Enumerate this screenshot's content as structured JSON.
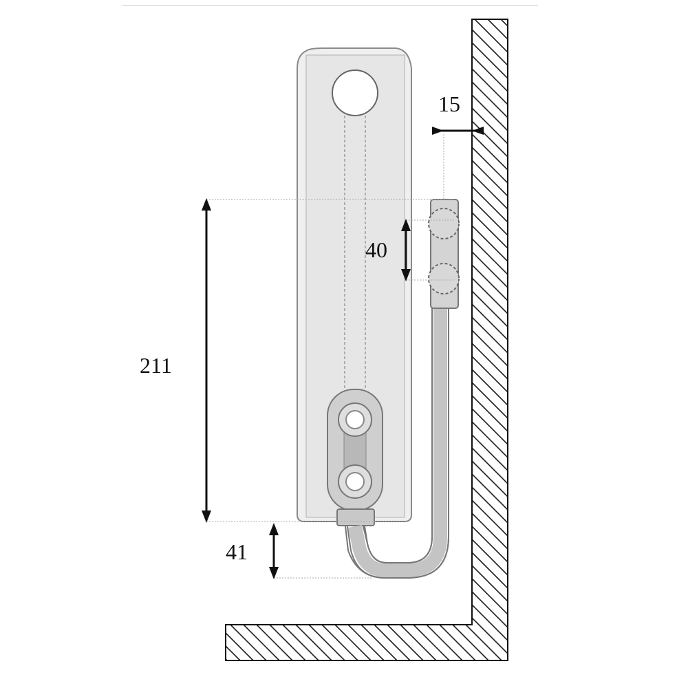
{
  "dimensions": {
    "wall_gap": "15",
    "connection_spacing": "40",
    "connection_height": "211",
    "floor_clearance": "41"
  },
  "colors": {
    "line": "#111111",
    "radiator_fill": "#ebebeb",
    "radiator_edge": "#8a8a8a",
    "pipe_fill": "#bdbdbd",
    "hatch": "#222222"
  }
}
